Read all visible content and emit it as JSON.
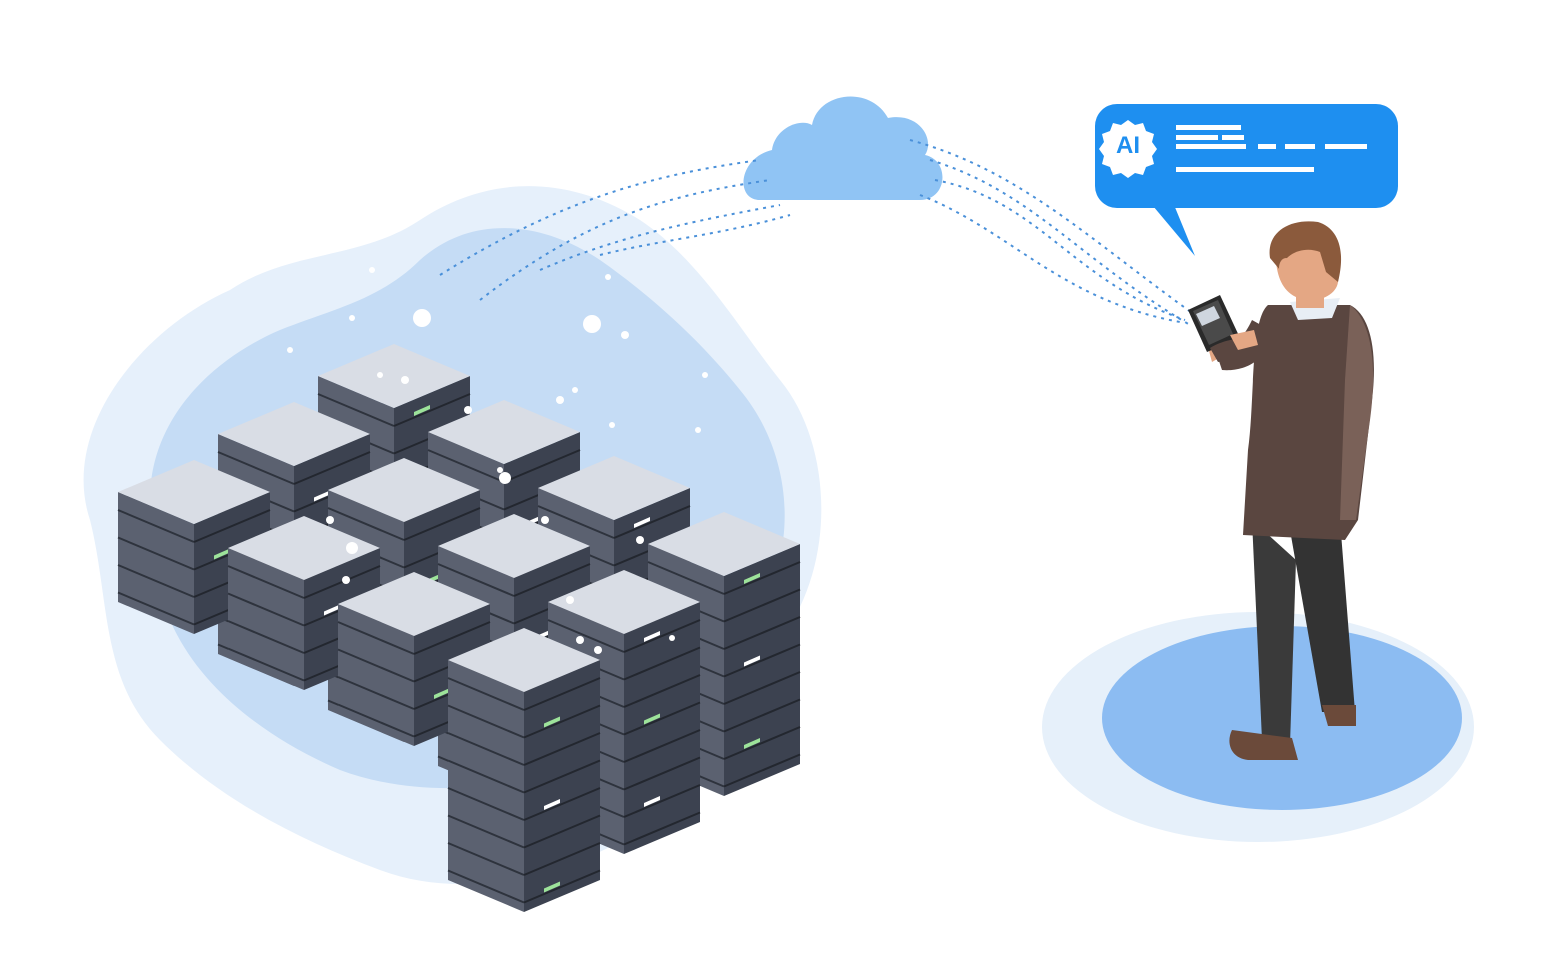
{
  "illustration": {
    "chat_bubble": {
      "ai_badge_text": "AI"
    },
    "server_racks": {
      "rows": [
        [
          "tall",
          "tall",
          "tall",
          "tall"
        ],
        [
          "tall",
          "tall",
          "tall",
          "tall"
        ],
        [
          "short",
          "short",
          "short",
          "tall"
        ]
      ]
    },
    "icons": {
      "cloud": "cloud-icon",
      "phone": "smartphone-icon",
      "chat": "chat-bubble-icon",
      "server": "server-rack-icon"
    },
    "colors": {
      "accent_blue": "#1e8ff0",
      "cloud_blue": "#90c4f4",
      "blob_light": "#e3eefb",
      "blob_mid": "#c2daf5",
      "platform_outer": "#e5effa",
      "platform_inner": "#8cbcf2",
      "rack_top": "#d9dde5",
      "rack_side_dark": "#3c4250",
      "rack_side_mid": "#5b6170",
      "led_green": "#9de39a",
      "suit_brown": "#5a4640",
      "pants_gray": "#3a3a3a"
    }
  }
}
